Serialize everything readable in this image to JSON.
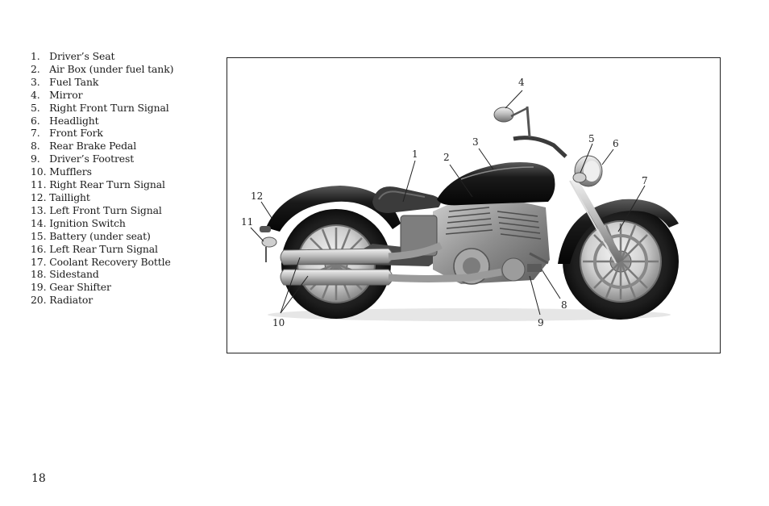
{
  "parts_list": [
    {
      "number": "1.",
      "label": "Driver’s Seat"
    },
    {
      "number": "2.",
      "label": "Air Box (under fuel tank)"
    },
    {
      "number": "3.",
      "label": "Fuel Tank"
    },
    {
      "number": "4.",
      "label": "Mirror"
    },
    {
      "number": "5.",
      "label": "Right Front Turn Signal"
    },
    {
      "number": "6.",
      "label": "Headlight"
    },
    {
      "number": "7.",
      "label": "Front Fork"
    },
    {
      "number": "8.",
      "label": "Rear Brake Pedal"
    },
    {
      "number": "9.",
      "label": "Driver’s Footrest"
    },
    {
      "number": "10.",
      "label": "Mufflers"
    },
    {
      "number": "11.",
      "label": "Right Rear Turn Signal"
    },
    {
      "number": "12.",
      "label": "Taillight"
    },
    {
      "number": "13.",
      "label": "Left Front Turn Signal"
    },
    {
      "number": "14.",
      "label": "Ignition Switch"
    },
    {
      "number": "15.",
      "label": "Battery (under seat)"
    },
    {
      "number": "16.",
      "label": "Left Rear Turn Signal"
    },
    {
      "number": "17.",
      "label": "Coolant Recovery Bottle"
    },
    {
      "number": "18.",
      "label": "Sidestand"
    },
    {
      "number": "19.",
      "label": "Gear Shifter"
    },
    {
      "number": "20.",
      "label": "Radiator"
    }
  ],
  "figure": {
    "callouts": {
      "c1": "1",
      "c2": "2",
      "c3": "3",
      "c4": "4",
      "c5": "5",
      "c6": "6",
      "c7": "7",
      "c8": "8",
      "c9": "9",
      "c10": "10",
      "c11": "11",
      "c12": "12"
    }
  },
  "page_number": "18"
}
